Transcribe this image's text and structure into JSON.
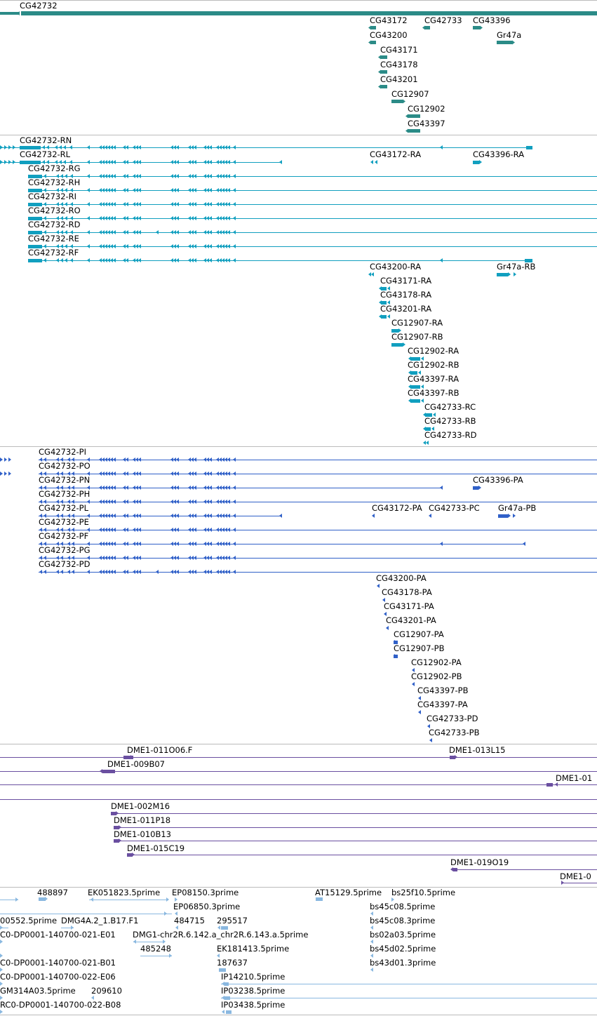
{
  "colors": {
    "gene": "#2b8b87",
    "transcript": "#119fbf",
    "protein": "#3060c8",
    "clone": "#6a4fa0",
    "est": "#8ab8e0",
    "separator": "#bbbbbb"
  },
  "genes": [
    "CG42732",
    "CG43172",
    "CG42733",
    "CG43396",
    "CG43200",
    "Gr47a",
    "CG43171",
    "CG43178",
    "CG43201",
    "CG12907",
    "CG12902",
    "CG43397"
  ],
  "transcripts": [
    "CG42732-RN",
    "CG42732-RL",
    "CG43172-RA",
    "CG43396-RA",
    "CG42732-RG",
    "CG42732-RH",
    "CG42732-RI",
    "CG42732-RO",
    "CG42732-RD",
    "CG42732-RE",
    "CG42732-RF",
    "CG43200-RA",
    "Gr47a-RB",
    "CG43171-RA",
    "CG43178-RA",
    "CG43201-RA",
    "CG12907-RA",
    "CG12907-RB",
    "CG12902-RA",
    "CG12902-RB",
    "CG43397-RA",
    "CG43397-RB",
    "CG42733-RC",
    "CG42733-RB",
    "CG42733-RD"
  ],
  "proteins": [
    "CG42732-PI",
    "CG42732-PO",
    "CG42732-PN",
    "CG43396-PA",
    "CG42732-PH",
    "CG42732-PL",
    "CG43172-PA",
    "CG42733-PC",
    "Gr47a-PB",
    "CG42732-PE",
    "CG42732-PF",
    "CG42732-PG",
    "CG42732-PD",
    "CG43200-PA",
    "CG43178-PA",
    "CG43171-PA",
    "CG43201-PA",
    "CG12907-PA",
    "CG12907-PB",
    "CG12902-PA",
    "CG12902-PB",
    "CG43397-PB",
    "CG43397-PA",
    "CG42733-PD",
    "CG42733-PB"
  ],
  "clones": [
    "DME1-011O06.F",
    "DME1-009B07",
    "DME1-013L15",
    "DME1-01",
    "DME1-002M16",
    "DME1-011P18",
    "DME1-010B13",
    "DME1-015C19",
    "DME1-019O19",
    "DME1-0"
  ],
  "ests": [
    "488897",
    "EK051823.5prime",
    "EP08150.3prime",
    "AT15129.5prime",
    "bs25f10.5prime",
    "EP06850.3prime",
    "bs45c08.5prime",
    "00552.5prime",
    "DMG4A.2_1.B17.F1",
    "484715",
    "295517",
    "bs45c08.3prime",
    "C0-DP0001-140700-021-E01",
    "DMG1-chr2R.6.142.a_chr2R.6.143.a.5prime",
    "bs02a03.5prime",
    "485248",
    "EK181413.5prime",
    "C0-DP0001-140700-021-B01",
    "bs45d02.5prime",
    "187637",
    "bs43d01.3prime",
    "C0-DP0001-140700-022-E06",
    "IP14210.5prime",
    "GM314A03.5prime",
    "209610",
    "IP03238.5prime",
    "RC0-DP0001-140700-022-B08",
    "IP03438.5prime"
  ]
}
